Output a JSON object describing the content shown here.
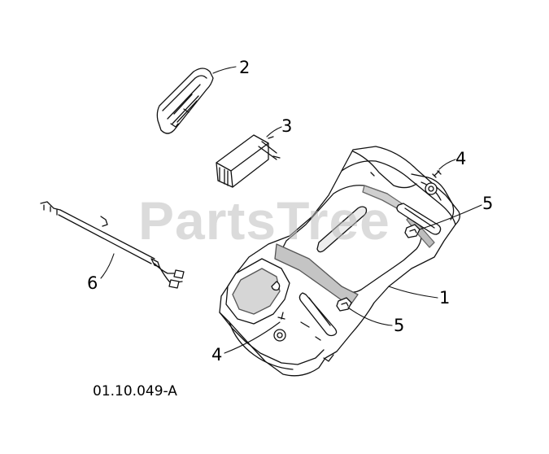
{
  "diagram": {
    "watermark": "PartsTree",
    "code": "01.10.049-A",
    "callouts": {
      "label_2": "2",
      "label_3": "3",
      "label_4_top": "4",
      "label_5_top": "5",
      "label_6": "6",
      "label_1": "1",
      "label_5_bottom": "5",
      "label_4_bottom": "4"
    },
    "colors": {
      "line": "#111111",
      "shade": "#b9b9b9",
      "watermark": "#bebebe"
    }
  }
}
